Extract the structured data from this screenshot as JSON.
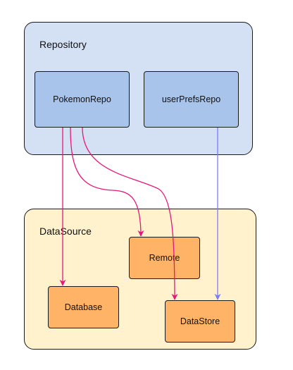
{
  "groups": {
    "repository": {
      "label": "Repository",
      "fill": "#d4e1f5",
      "children": {
        "pokemon_repo": {
          "label": "PokemonRepo",
          "fill": "#a9c4eb"
        },
        "user_prefs_repo": {
          "label": "userPrefsRepo",
          "fill": "#a9c4eb"
        }
      }
    },
    "datasource": {
      "label": "DataSource",
      "fill": "#fff2cc",
      "children": {
        "remote": {
          "label": "Remote",
          "fill": "#ffb366"
        },
        "database": {
          "label": "Database",
          "fill": "#ffb366"
        },
        "datastore": {
          "label": "DataStore",
          "fill": "#ffb366"
        }
      }
    }
  },
  "edges": [
    {
      "from": "PokemonRepo",
      "to": "Database",
      "color": "#e6177a"
    },
    {
      "from": "PokemonRepo",
      "to": "Remote",
      "color": "#e6177a"
    },
    {
      "from": "PokemonRepo",
      "to": "DataStore",
      "color": "#e6177a"
    },
    {
      "from": "userPrefsRepo",
      "to": "DataStore",
      "color": "#7b7bff"
    }
  ]
}
